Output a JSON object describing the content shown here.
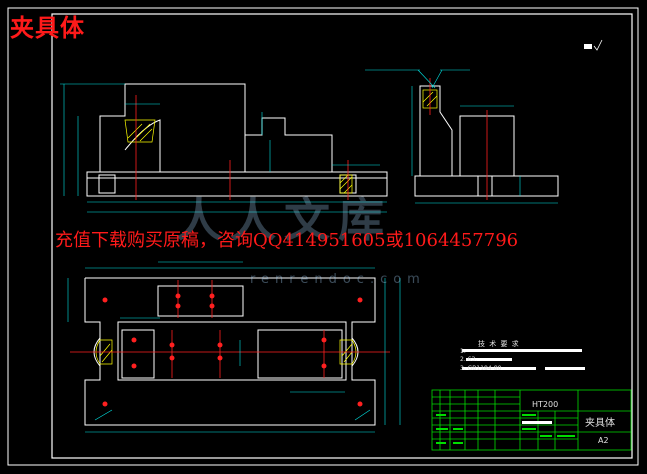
{
  "drawing": {
    "title_overlay": "夹具体",
    "promo_text": "充值下载购买原稿，咨询QQ414951605或1064457796",
    "watermark_cn": "人人文库",
    "watermark_url": "renrendoc.com"
  },
  "tech_requirements": {
    "heading": "技 术 要 求",
    "items": [
      "1.",
      "2.                                    63.",
      "3.                                     GB1184-80"
    ]
  },
  "title_block": {
    "part_name": "夹具体",
    "material": "HT200",
    "sheet_size": "A2"
  },
  "colors": {
    "background": "#000000",
    "outline": "#ffffff",
    "dimension": "#00e5e5",
    "center_line": "#ff2020",
    "hatch": "#ffff00",
    "title_block": "#00dd00"
  }
}
